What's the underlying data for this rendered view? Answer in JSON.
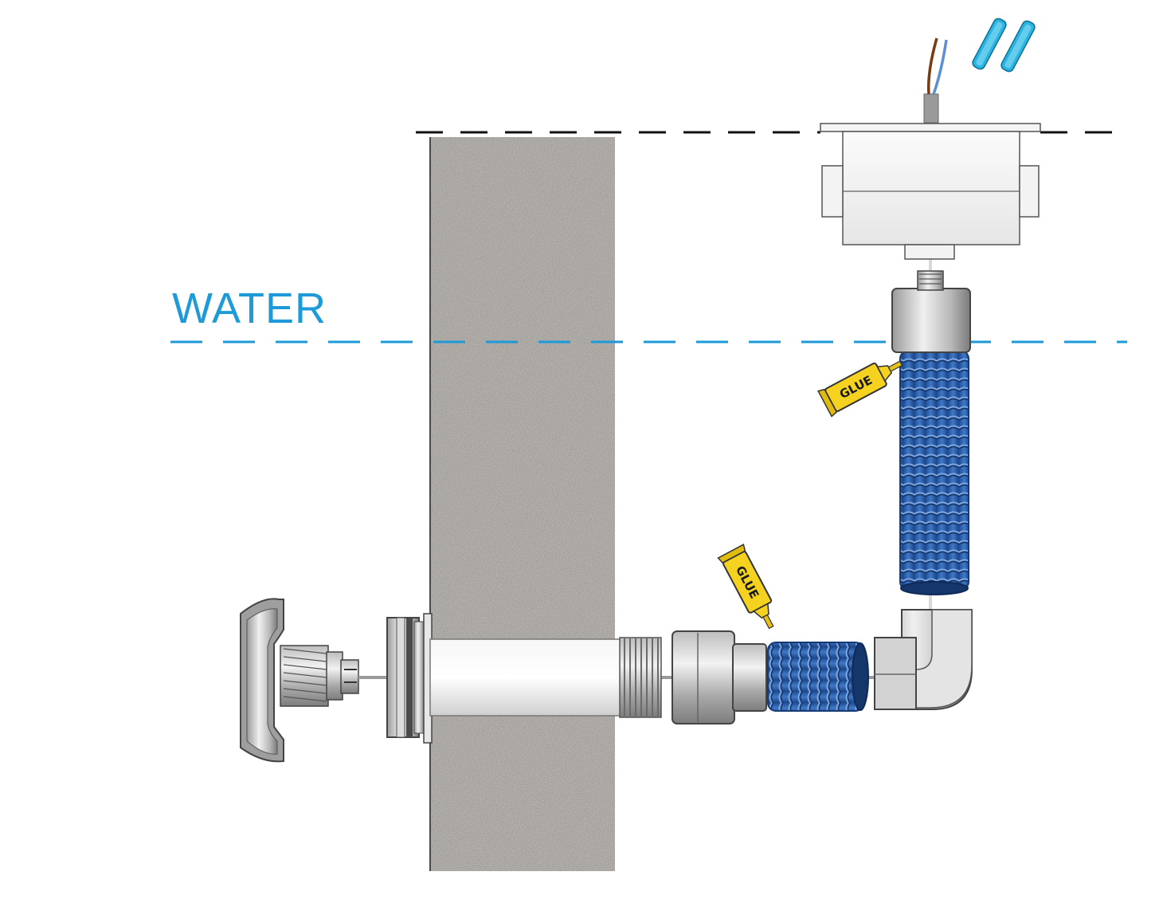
{
  "labels": {
    "water": "WATER",
    "glue_upper": "GLUE",
    "glue_lower": "GLUE"
  },
  "colors": {
    "water_line": "#1f9ad8",
    "ground_line": "#111111",
    "wall": "#8a8580",
    "conduit_blue": "#2e5fa8",
    "glue_tube": "#f4d21f",
    "connector_cyan": "#29b5e0",
    "fitting_grey": "#cfcfcf"
  },
  "icons": {
    "glue_upper": "glue-tube-icon",
    "glue_lower": "glue-tube-icon",
    "connectors": "butt-splice-connector-icon"
  }
}
